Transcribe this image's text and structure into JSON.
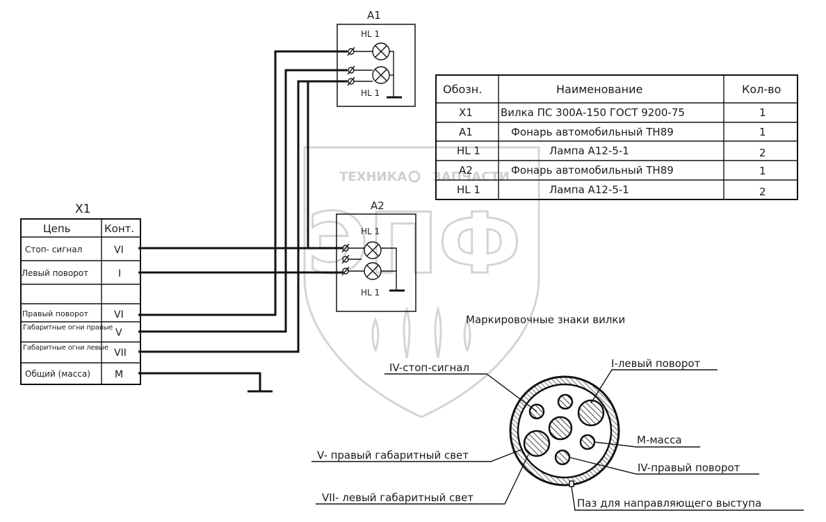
{
  "watermark": {
    "top_text_left": "ТЕХНИКА",
    "top_text_right": "ЗАПЧАСТИ",
    "logo_letters": "ЭПФ"
  },
  "block_a1": {
    "title": "A1",
    "lamp_top": "HL 1",
    "lamp_bottom": "HL 1"
  },
  "block_a2": {
    "title": "A2",
    "lamp_top": "HL 1",
    "lamp_bottom": "HL 1"
  },
  "connector_table": {
    "title": "X1",
    "headers": [
      "Цепь",
      "Конт."
    ],
    "rows": [
      {
        "circuit": "Стоп- сигнал",
        "contact": "VI"
      },
      {
        "circuit": "Левый поворот",
        "contact": "I"
      },
      {
        "circuit": "",
        "contact": ""
      },
      {
        "circuit": "Правый поворот",
        "contact": "VI"
      },
      {
        "circuit": "Габаритные огни правые",
        "contact": "V"
      },
      {
        "circuit": "Габаритные огни левые",
        "contact": "VII"
      },
      {
        "circuit": "Общий (масса)",
        "contact": "M"
      }
    ]
  },
  "spec_table": {
    "headers": [
      "Обозн.",
      "Наименование",
      "Кол-во"
    ],
    "rows": [
      {
        "code": "X1",
        "name": "Вилка ПС 300А-150 ГОСТ 9200-75",
        "qty": "1"
      },
      {
        "code": "A1",
        "name": "Фонарь автомобильный ТН89",
        "qty": "1"
      },
      {
        "code": "HL 1",
        "name": "Лампа А12-5-1",
        "qty": "2"
      },
      {
        "code": "A2",
        "name": "Фонарь автомобильный ТН89",
        "qty": "1"
      },
      {
        "code": "HL 1",
        "name": "Лампа А12-5-1",
        "qty": "2"
      }
    ]
  },
  "plug_marking": {
    "title": "Маркировочные знаки вилки",
    "labels": {
      "stop": "IV-стоп-сигнал",
      "left_turn": "I-левый поворот",
      "mass": "М-масса",
      "right_turn": "IV-правый поворот",
      "right_marker": "V- правый габаритный свет",
      "left_marker": "VII- левый габаритный свет",
      "groove": "Паз для направляющего выступа"
    }
  }
}
